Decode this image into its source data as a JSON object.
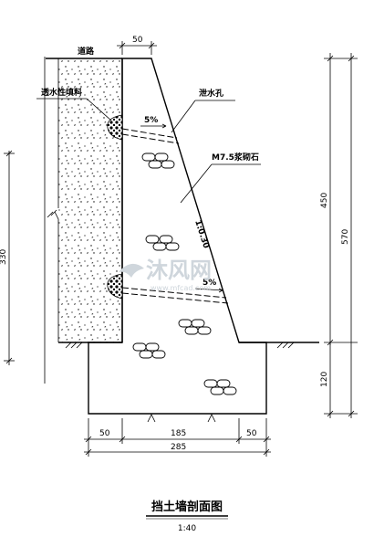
{
  "labels": {
    "road": "道路",
    "drain_hole": "泄水孔",
    "filter_layer": "透水性填料",
    "masonry": "M7.5浆砌石",
    "slope_ratio": "1:0.30",
    "slope_pct": "5%",
    "slope_pct_2": "5%"
  },
  "dimensions": {
    "top_width": "50",
    "height_450": "450",
    "height_570": "570",
    "foundation_120": "120",
    "left_330": "330",
    "bottom_50_left": "50",
    "bottom_185": "185",
    "bottom_50_right": "50",
    "total_285": "285"
  },
  "title": {
    "main": "挡土墙剖面图",
    "scale": "1:40"
  },
  "watermark": {
    "brand": "沐风网",
    "url": "www.mfcad.com"
  }
}
